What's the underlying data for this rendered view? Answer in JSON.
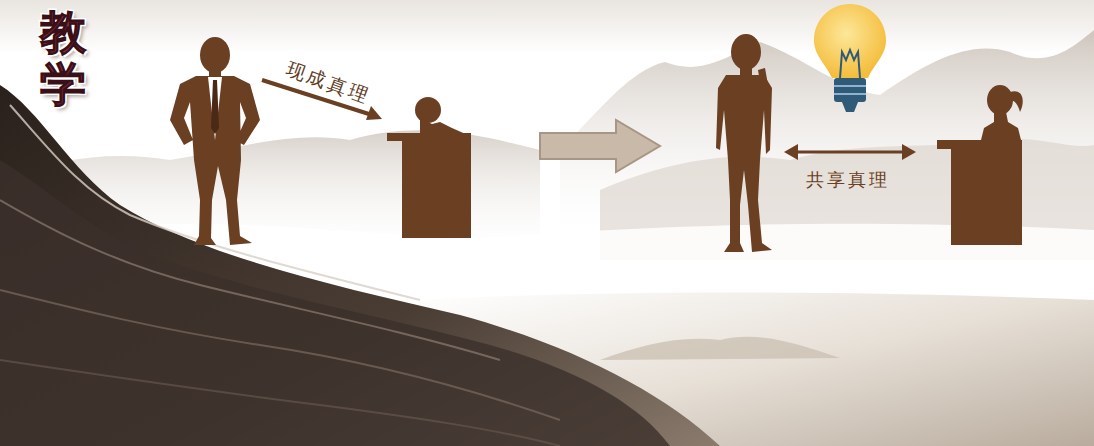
{
  "diagram": {
    "title": "教学",
    "labels": [
      "现成真理",
      "共享真理"
    ]
  }
}
